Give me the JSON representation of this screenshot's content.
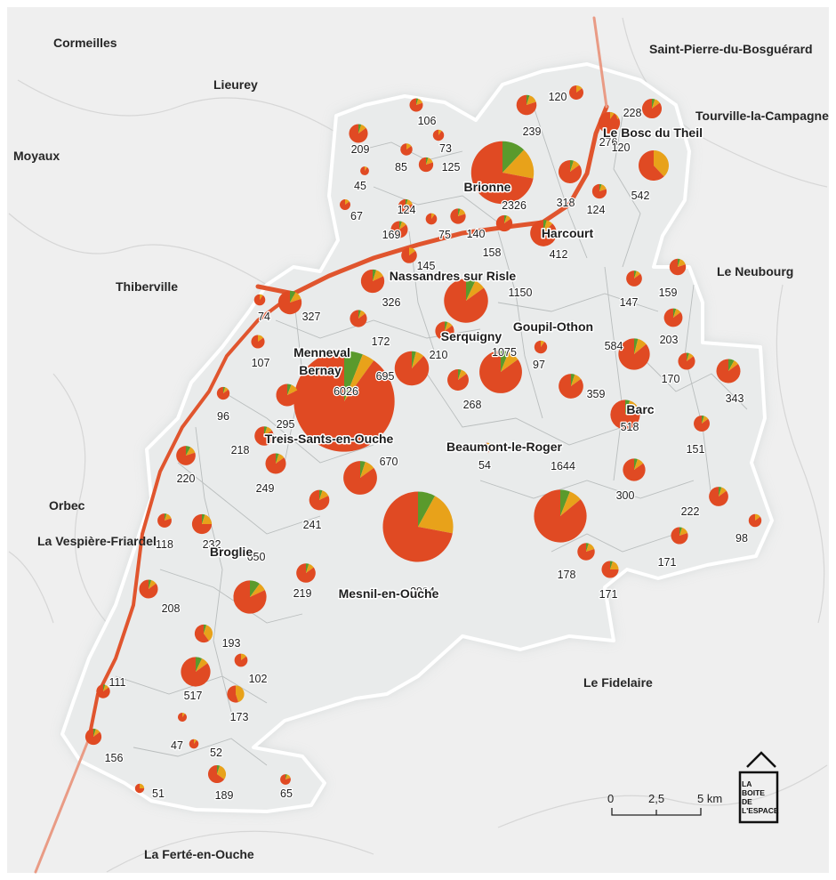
{
  "map": {
    "colors": {
      "primary": "#e04a23",
      "secondary": "#e8a21a",
      "tertiary": "#5a9a2c",
      "road": "#e0552e",
      "area": "#e8eaea",
      "outside": "#f2f2f2",
      "border": "#ffffff"
    },
    "outside_labels": [
      "Cormeilles",
      "Lieurey",
      "Saint-Pierre-du-Bosguérard",
      "Tourville-la-Campagne",
      "Moyaux",
      "Le Neubourg",
      "Thiberville",
      "Orbec",
      "La Vespière-Friardel",
      "Le Fidelaire",
      "La Ferté-en-Ouche"
    ],
    "communes": [
      {
        "name": "",
        "value": "209"
      },
      {
        "name": "",
        "value": "106"
      },
      {
        "name": "",
        "value": "73"
      },
      {
        "name": "",
        "value": "85"
      },
      {
        "name": "",
        "value": "125"
      },
      {
        "name": "",
        "value": "45"
      },
      {
        "name": "",
        "value": "67"
      },
      {
        "name": "",
        "value": "124"
      },
      {
        "name": "",
        "value": "169"
      },
      {
        "name": "",
        "value": "75"
      },
      {
        "name": "",
        "value": "140"
      },
      {
        "name": "",
        "value": "158"
      },
      {
        "name": "",
        "value": "145"
      },
      {
        "name": "Brionne",
        "value": "2326"
      },
      {
        "name": "",
        "value": "120"
      },
      {
        "name": "",
        "value": "239"
      },
      {
        "name": "",
        "value": "276"
      },
      {
        "name": "",
        "value": "228"
      },
      {
        "name": "",
        "value": "120"
      },
      {
        "name": "Le Bosc du Theil",
        "value": "542"
      },
      {
        "name": "",
        "value": "318"
      },
      {
        "name": "",
        "value": "124"
      },
      {
        "name": "Harcourt",
        "value": "412"
      },
      {
        "name": "Nassandres sur Risle",
        "value": "1150"
      },
      {
        "name": "",
        "value": "326"
      },
      {
        "name": "",
        "value": "74"
      },
      {
        "name": "",
        "value": "327"
      },
      {
        "name": "",
        "value": "107"
      },
      {
        "name": "",
        "value": "172"
      },
      {
        "name": "Menneval",
        "value": "695"
      },
      {
        "name": "Bernay",
        "value": "6026"
      },
      {
        "name": "",
        "value": "210"
      },
      {
        "name": "Serquigny",
        "value": "1075"
      },
      {
        "name": "",
        "value": "97"
      },
      {
        "name": "Goupil-Othon",
        "value": "584"
      },
      {
        "name": "",
        "value": "147"
      },
      {
        "name": "",
        "value": "159"
      },
      {
        "name": "",
        "value": "203"
      },
      {
        "name": "",
        "value": "170"
      },
      {
        "name": "",
        "value": "343"
      },
      {
        "name": "",
        "value": "359"
      },
      {
        "name": "",
        "value": "268"
      },
      {
        "name": "Barc",
        "value": "518"
      },
      {
        "name": "",
        "value": "151"
      },
      {
        "name": "",
        "value": "96"
      },
      {
        "name": "",
        "value": "295"
      },
      {
        "name": "",
        "value": "218"
      },
      {
        "name": "Treis-Sants-en-Ouche",
        "value": "670"
      },
      {
        "name": "",
        "value": "54"
      },
      {
        "name": "Beaumont-le-Roger",
        "value": "1644"
      },
      {
        "name": "",
        "value": "220"
      },
      {
        "name": "",
        "value": "249"
      },
      {
        "name": "",
        "value": "300"
      },
      {
        "name": "",
        "value": "241"
      },
      {
        "name": "",
        "value": "222"
      },
      {
        "name": "",
        "value": "118"
      },
      {
        "name": "",
        "value": "232"
      },
      {
        "name": "",
        "value": "98"
      },
      {
        "name": "Broglie",
        "value": "650"
      },
      {
        "name": "",
        "value": "171"
      },
      {
        "name": "",
        "value": "178"
      },
      {
        "name": "",
        "value": "171"
      },
      {
        "name": "",
        "value": "219"
      },
      {
        "name": "",
        "value": "208"
      },
      {
        "name": "Mesnil-en-Ouche",
        "value": "2934"
      },
      {
        "name": "",
        "value": "193"
      },
      {
        "name": "",
        "value": "102"
      },
      {
        "name": "",
        "value": "111"
      },
      {
        "name": "",
        "value": "517"
      },
      {
        "name": "",
        "value": "173"
      },
      {
        "name": "",
        "value": "47"
      },
      {
        "name": "",
        "value": "52"
      },
      {
        "name": "",
        "value": "156"
      },
      {
        "name": "",
        "value": "51"
      },
      {
        "name": "",
        "value": "189"
      },
      {
        "name": "",
        "value": "65"
      }
    ],
    "scale": {
      "ticks": [
        "0",
        "2,5",
        "5 km"
      ]
    },
    "logo": {
      "line1": "LA",
      "line2": "BOITE",
      "line3": "DE",
      "line4": "L'ESPACE"
    }
  }
}
